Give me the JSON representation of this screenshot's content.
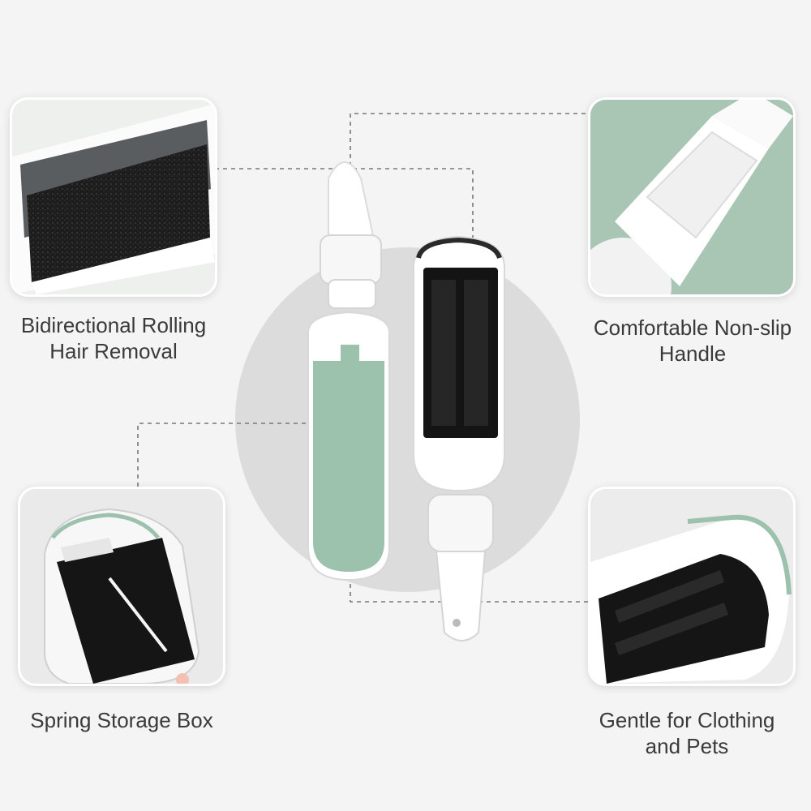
{
  "features": [
    {
      "line1": "Bidirectional Rolling",
      "line2": "Hair Removal"
    },
    {
      "line1": "Comfortable Non-slip",
      "line2": "Handle"
    },
    {
      "line1": "Spring Storage Box",
      "line2": ""
    },
    {
      "line1": "Gentle for Clothing",
      "line2": "and Pets"
    }
  ],
  "colors": {
    "accent": "#8fb5a0",
    "dark_roller": "#141414",
    "background": "#f4f4f4"
  },
  "icons": [
    "lint-roller-product",
    "roller-brush-closeup",
    "handle-closeup",
    "storage-box-closeup",
    "brush-head-closeup"
  ]
}
